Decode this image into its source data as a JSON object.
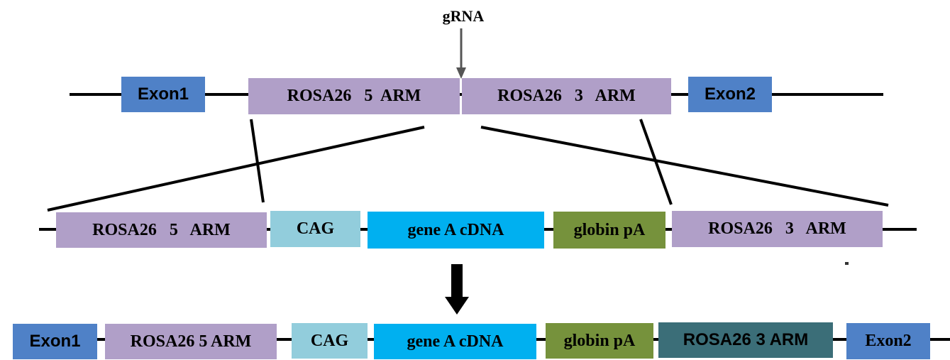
{
  "grna_label": "gRNA",
  "wildtype_locus": {
    "exon1": "Exon1",
    "arm5": "ROSA26   5  ARM",
    "arm3": "ROSA26   3   ARM",
    "exon2": "Exon2"
  },
  "donor_construct": {
    "arm5": "ROSA26   5   ARM",
    "promoter": "CAG",
    "cdna": "gene A cDNA",
    "polya": "globin pA",
    "arm3": "ROSA26   3   ARM"
  },
  "targeted_allele": {
    "exon1": "Exon1",
    "arm5": "ROSA26 5 ARM",
    "promoter": "CAG",
    "cdna": "gene A cDNA",
    "polya": "globin pA",
    "arm3": "ROSA26 3 ARM",
    "exon2": "Exon2"
  },
  "colors": {
    "exon": "#4f81c7",
    "arm": "#b09fc8",
    "cag": "#92cddc",
    "cdna": "#00b0f0",
    "globin": "#76923c",
    "arm3_targeted": "#3b6e78"
  }
}
